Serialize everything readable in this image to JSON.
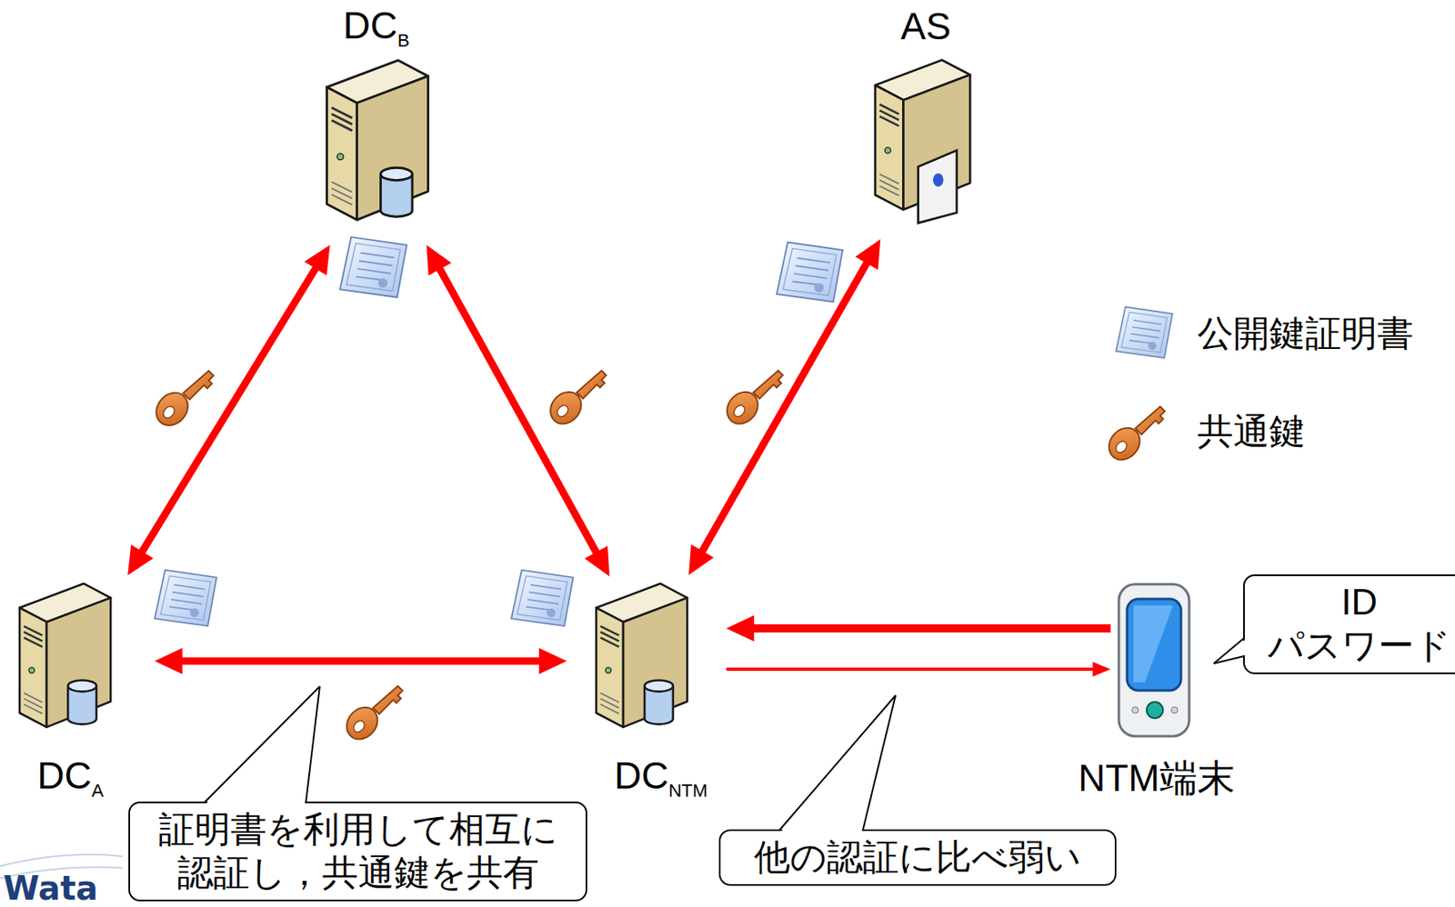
{
  "diagram": {
    "nodes": [
      {
        "text": [
          "DC",
          "B"
        ]
      },
      {
        "text": [
          "AS"
        ]
      },
      {
        "text": [
          "DC",
          "A"
        ]
      },
      {
        "text": [
          "DC",
          "NTM"
        ]
      },
      {
        "text": [
          "NTM端末"
        ]
      },
      {
        "text": [
          "ID パスワード"
        ]
      },
      {
        "text": [
          "証明書を利用して相互に 認証し，共通鍵を共有"
        ]
      },
      {
        "text": [
          "他の認証に比べ弱い"
        ]
      }
    ],
    "edges": [
      {
        "from": 0,
        "to": 2,
        "arrow": "both"
      },
      {
        "from": 0,
        "to": 3,
        "arrow": "both"
      },
      {
        "from": 1,
        "to": 3,
        "arrow": "both"
      },
      {
        "from": 2,
        "to": 3,
        "arrow": "both"
      },
      {
        "from": 4,
        "to": 3,
        "arrow": "to"
      },
      {
        "from": 3,
        "to": 4,
        "arrow": "to"
      }
    ],
    "labels": [
      "Wata"
    ],
    "legend": [
      {
        "text": "公開鍵証明書"
      },
      {
        "text": "共通鍵"
      }
    ]
  }
}
